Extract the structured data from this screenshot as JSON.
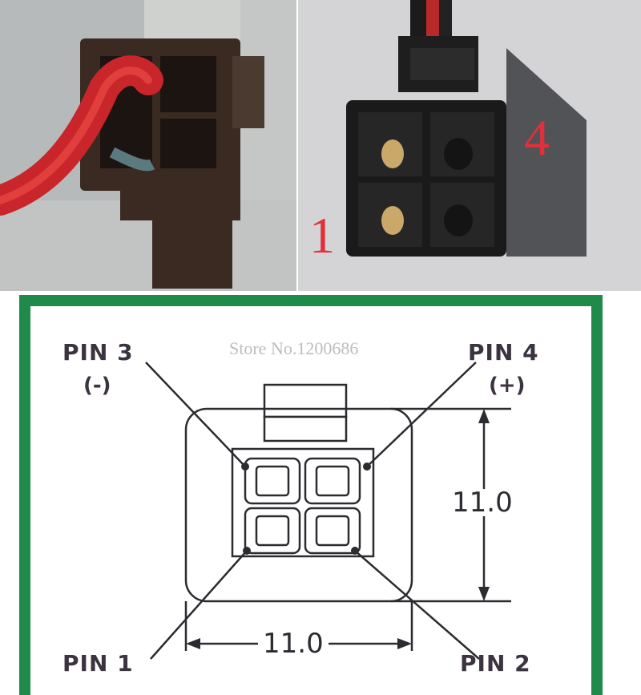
{
  "photos": {
    "left_alt": "connector-photo-with-red-wire",
    "right_alt": "connector-photo-pin-face",
    "pin_marker_1": "1",
    "pin_marker_4": "4"
  },
  "diagram": {
    "watermark": "Store No.1200686",
    "pins": {
      "pin3": "PIN 3",
      "pin3_polarity": "(-)",
      "pin4": "PIN 4",
      "pin4_polarity": "(+)",
      "pin1": "PIN 1",
      "pin2": "PIN 2"
    },
    "dimensions": {
      "height": "11.0",
      "width": "11.0"
    },
    "colors": {
      "frame": "#1f8a4a",
      "label": "#3b3340",
      "marker": "#e0303a"
    }
  }
}
